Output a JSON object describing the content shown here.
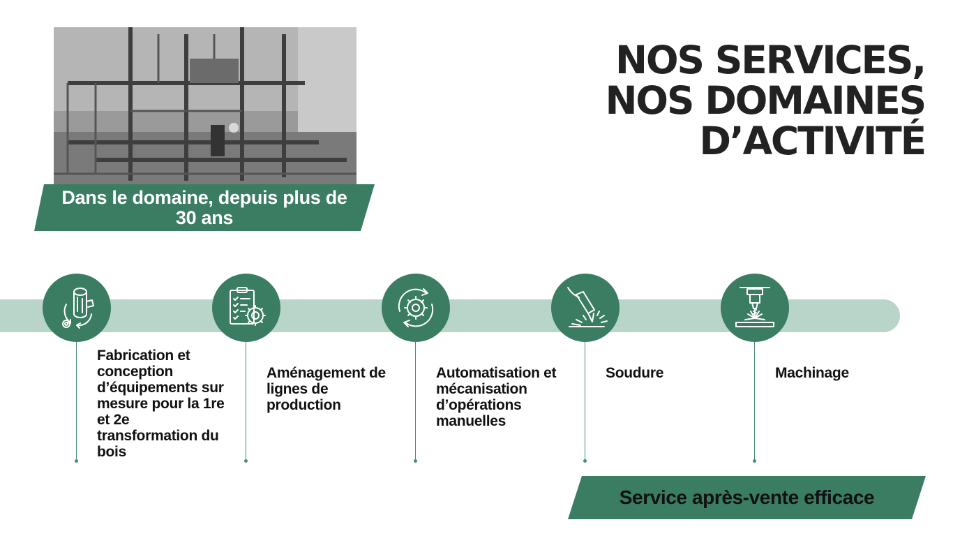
{
  "colors": {
    "accent": "#3a7d63",
    "track": "#b9d5c9",
    "title": "#222222"
  },
  "photo": {
    "alt": "Photo d'atelier (structure métallique)"
  },
  "top_banner": {
    "text": "Dans le domaine, depuis plus de 30 ans"
  },
  "title": {
    "line1": "NOS SERVICES,",
    "line2": "NOS DOMAINES",
    "line3": "D’ACTIVITÉ"
  },
  "services": [
    {
      "label": "Fabrication et conception d’équipements sur mesure pour la 1re et 2e transformation du bois",
      "icon": "wood-log-icon"
    },
    {
      "label": "Aménagement de lignes de production",
      "icon": "clipboard-gear-icon"
    },
    {
      "label": "Automatisation et mécanisation d’opérations manuelles",
      "icon": "gear-cycle-icon"
    },
    {
      "label": "Soudure",
      "icon": "welding-torch-icon"
    },
    {
      "label": "Machinage",
      "icon": "milling-machine-icon"
    }
  ],
  "bottom_banner": {
    "text": "Service après-vente efficace"
  }
}
